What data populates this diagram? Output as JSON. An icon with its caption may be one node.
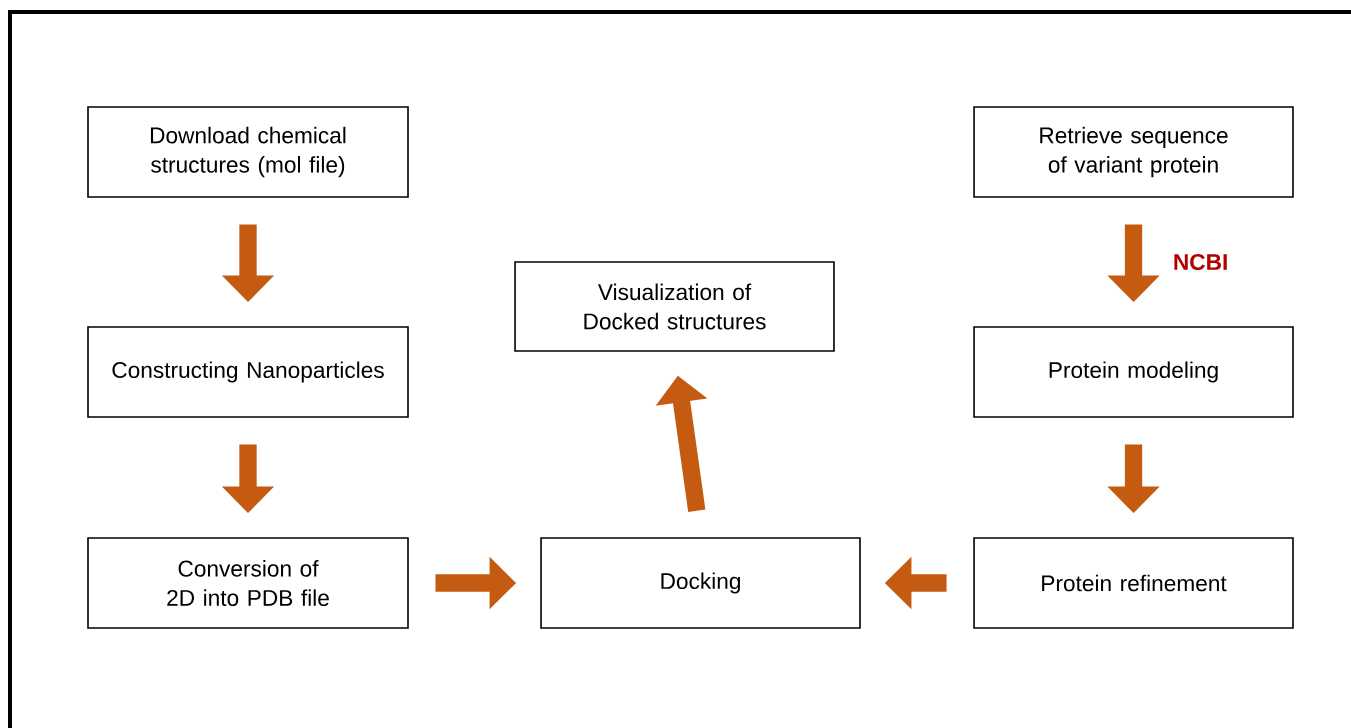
{
  "diagram": {
    "nodes": [
      {
        "text": [
          "Download chemical structures (mol file)"
        ]
      },
      {
        "text": [
          "Constructing Nanoparticles"
        ]
      },
      {
        "text": [
          "Conversion of 2D into PDB file"
        ]
      },
      {
        "text": [
          "Visualization of Docked structures"
        ]
      },
      {
        "text": [
          "Docking"
        ]
      },
      {
        "text": [
          "Retrieve sequence of variant protein"
        ]
      },
      {
        "text": [
          "Protein modeling"
        ]
      },
      {
        "text": [
          "Protein refinement"
        ]
      }
    ],
    "edges": [
      {
        "from": 0,
        "to": 1,
        "arrow": "to"
      },
      {
        "from": 1,
        "to": 2,
        "arrow": "to"
      },
      {
        "from": 2,
        "to": 4,
        "arrow": "to"
      },
      {
        "from": 4,
        "to": 3,
        "arrow": "to"
      },
      {
        "from": 5,
        "to": 6,
        "arrow": "to",
        "label": "NCBI"
      },
      {
        "from": 6,
        "to": 7,
        "arrow": "to"
      },
      {
        "from": 7,
        "to": 4,
        "arrow": "to"
      }
    ]
  }
}
